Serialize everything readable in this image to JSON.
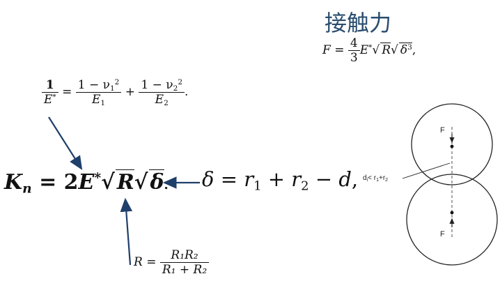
{
  "title": "接触力",
  "force_eq": {
    "lhs": "F",
    "eq": "=",
    "frac_num": "4",
    "frac_den": "3",
    "e_star": "E",
    "star": "*",
    "rad1": "R",
    "rad2": "δ",
    "rad2_exp": "3",
    "tail": ","
  },
  "estar_eq": {
    "num": "1",
    "den": "E",
    "den_star": "*",
    "eq": "=",
    "f1_num_a": "1 − ν",
    "f1_sub": "1",
    "f1_sup": "2",
    "f1_den": "E",
    "f1_den_sub": "1",
    "plus": "+",
    "f2_num_a": "1 − ν",
    "f2_sub": "2",
    "f2_sup": "2",
    "f2_den": "E",
    "f2_den_sub": "2",
    "tail": "."
  },
  "kn_eq": {
    "k": "K",
    "k_sub": "n",
    "eq": "=",
    "coef": "2",
    "e": "E",
    "star": "*",
    "rad1": "R",
    "rad2": "δ",
    "tail": "."
  },
  "delta_eq": {
    "delta": "δ",
    "eq": "=",
    "r": "r",
    "r1_sub": "1",
    "plus": "+",
    "r2_sub": "2",
    "minus": "−",
    "d": "d",
    "tail": ","
  },
  "r_eq": {
    "lhs": "R",
    "eq": "=",
    "num": "R₁R₂",
    "den": "R₁ + R₂"
  },
  "diagram": {
    "force_top": "F",
    "force_bottom": "F",
    "dist_label_d": "d",
    "dist_label_sub": "i",
    "dist_label_rest": "< r",
    "dist_r1_sub": "1",
    "dist_plus": "+r",
    "dist_r2_sub": "2"
  },
  "colors": {
    "arrow": "#1f3f6b",
    "title": "#2a4d6e",
    "circle": "#222222"
  }
}
